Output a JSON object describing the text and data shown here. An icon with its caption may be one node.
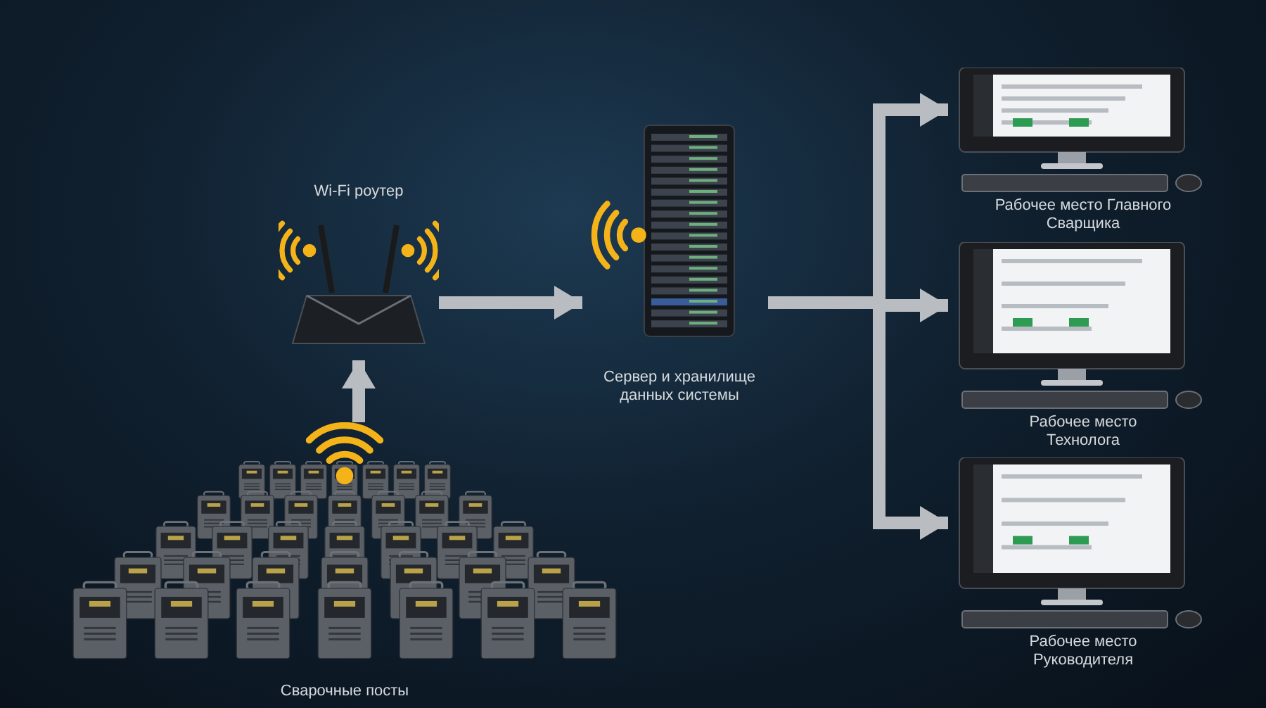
{
  "diagram": {
    "nodes": [
      {
        "text": [
          "Сварочные посты"
        ]
      },
      {
        "text": [
          "Wi-Fi роутер"
        ]
      },
      {
        "text": [
          "Сервер и хранилище данных системы"
        ]
      },
      {
        "text": [
          "Рабочее место Главного Сварщика"
        ]
      },
      {
        "text": [
          "Рабочее место Технолога"
        ]
      },
      {
        "text": [
          "Рабочее место Руководителя"
        ]
      }
    ],
    "edges": [
      {
        "from": 0,
        "to": 1,
        "arrow": "to"
      },
      {
        "from": 1,
        "to": 2,
        "arrow": "to"
      },
      {
        "from": 2,
        "to": 3,
        "arrow": "to"
      },
      {
        "from": 2,
        "to": 4,
        "arrow": "to"
      },
      {
        "from": 2,
        "to": 5,
        "arrow": "to"
      }
    ]
  }
}
